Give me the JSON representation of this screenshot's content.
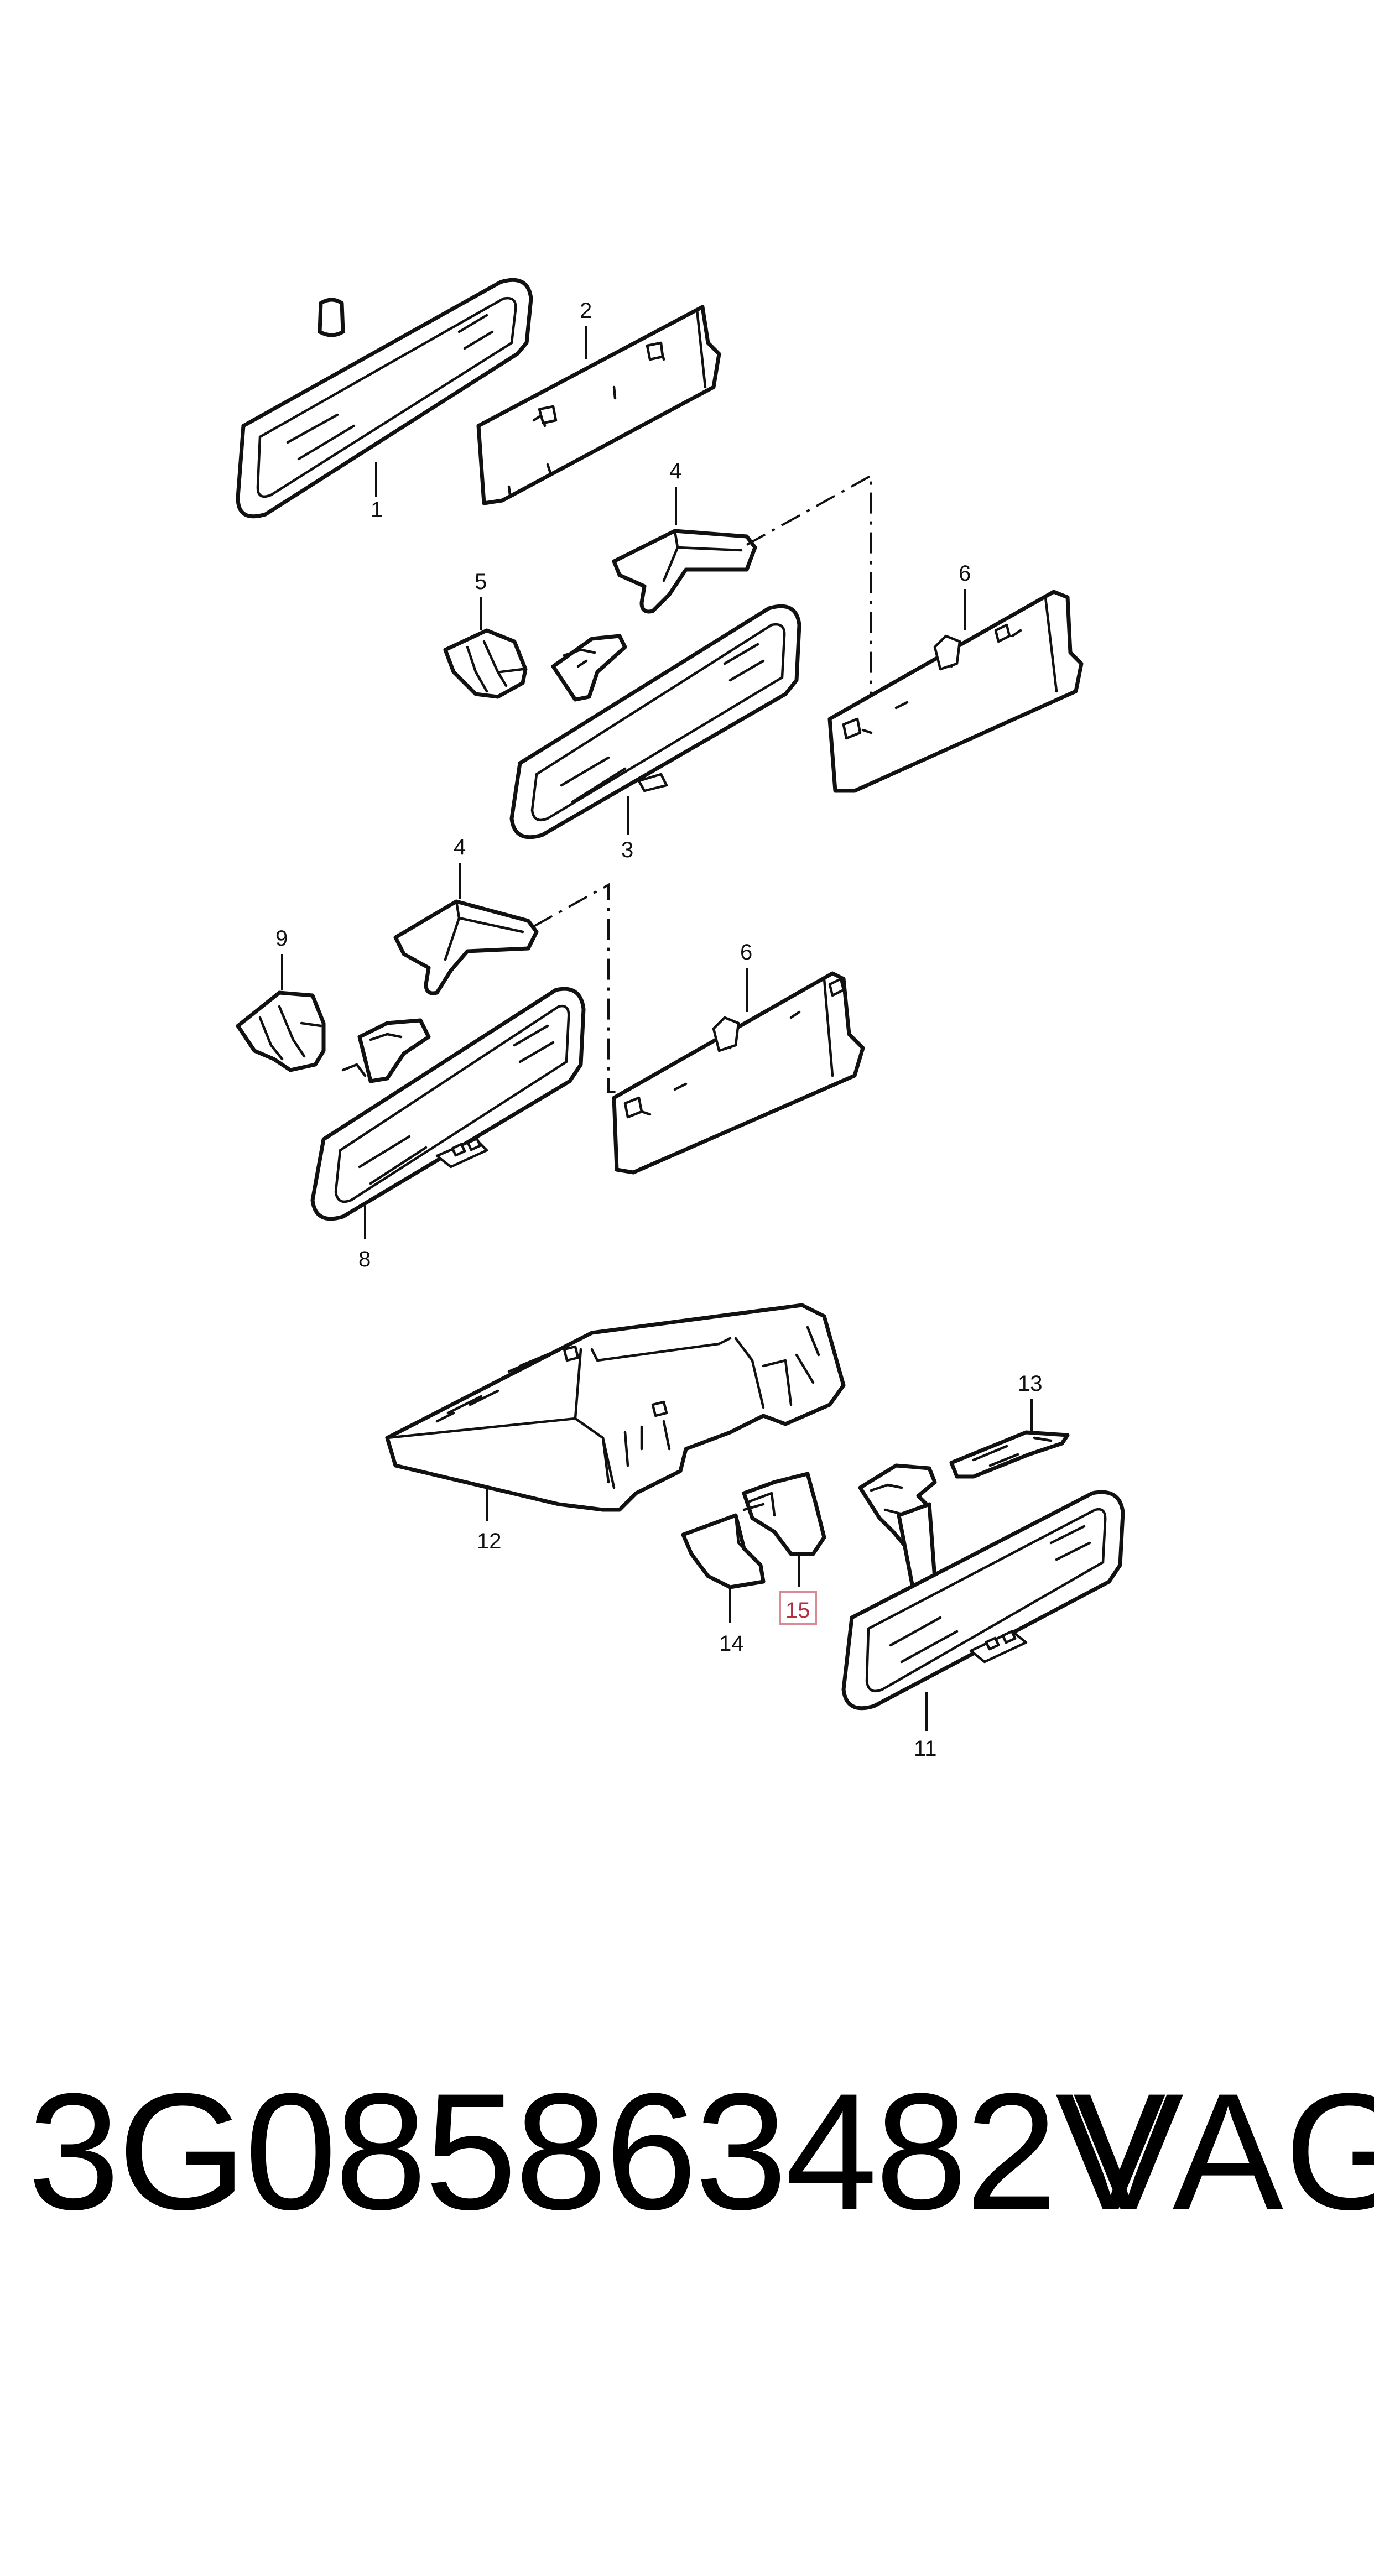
{
  "callouts": {
    "c1": "1",
    "c2": "2",
    "c3": "3",
    "c4a": "4",
    "c4b": "4",
    "c5": "5",
    "c6a": "6",
    "c6b": "6",
    "c8": "8",
    "c9": "9",
    "c11": "11",
    "c12": "12",
    "c13": "13",
    "c14": "14",
    "c15": "15"
  },
  "highlighted_callout": "15",
  "highlight_color": "#d98a93",
  "footer": {
    "part_number": "3G085863482V",
    "brand": "VAG"
  }
}
